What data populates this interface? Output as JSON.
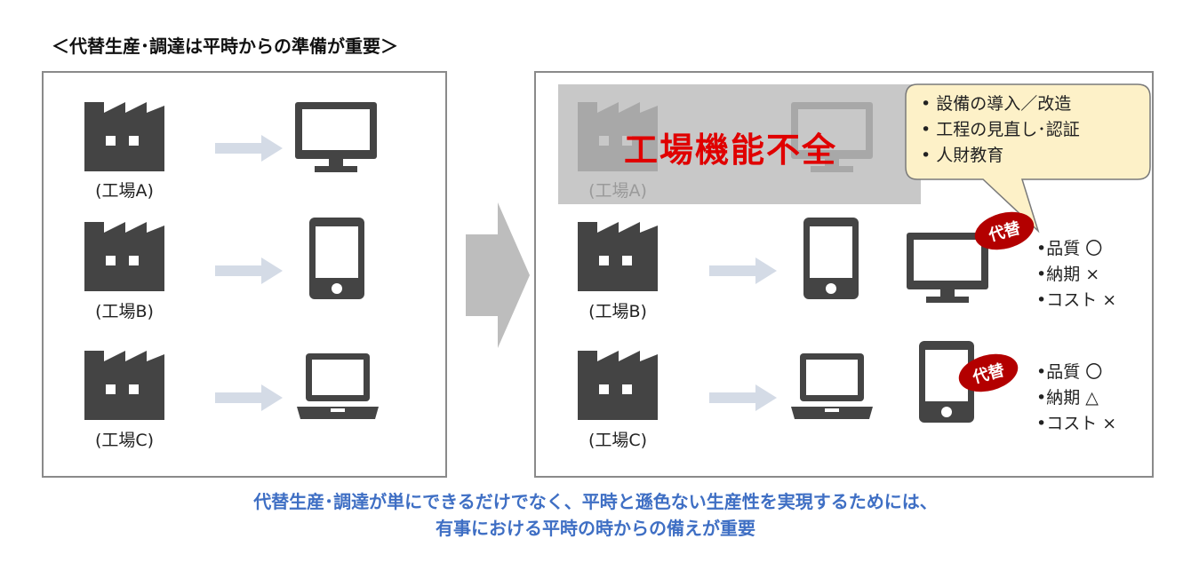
{
  "title": "＜代替生産･調達は平時からの準備が重要＞",
  "left_panel": {
    "factories": [
      {
        "label": "(工場A)",
        "device": "monitor"
      },
      {
        "label": "(工場B)",
        "device": "smartphone"
      },
      {
        "label": "(工場C)",
        "device": "laptop"
      }
    ]
  },
  "right_panel": {
    "failed_factory_label": "(工場A)",
    "failure_text": "工場機能不全",
    "callout_items": [
      "設備の導入／改造",
      "工程の見直し･認証",
      "人財教育"
    ],
    "factories": [
      {
        "label": "(工場B)",
        "device": "smartphone",
        "substitute_device": "monitor"
      },
      {
        "label": "(工場C)",
        "device": "laptop",
        "substitute_device": "smartphone"
      }
    ],
    "substitute_badge": "代替",
    "evaluations": [
      [
        "品質 〇",
        "納期 ×",
        "コスト ×"
      ],
      [
        "品質 〇",
        "納期 △",
        "コスト ×"
      ]
    ]
  },
  "footer": {
    "line1": "代替生産･調達が単にできるだけでなく、平時と遜色ない生産性を実現するためには、",
    "line2": "有事における平時の時からの備えが重要"
  },
  "colors": {
    "icon": "#444444",
    "arrow": "#d4dbe6",
    "big_arrow": "#bdbdbd",
    "failure": "#e00000",
    "badge": "#b30000",
    "callout_fill": "#fdf1c8",
    "footer_text": "#3f6fc4"
  }
}
